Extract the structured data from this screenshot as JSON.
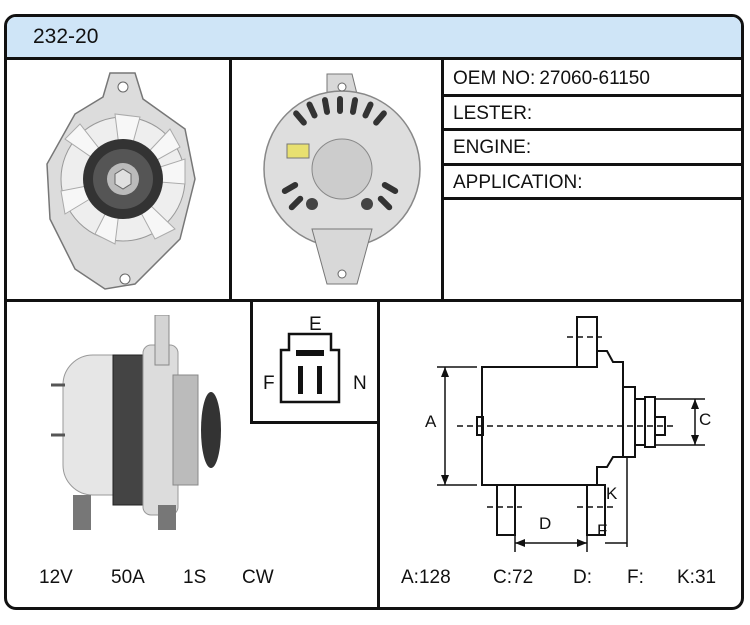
{
  "header": {
    "title": "232-20"
  },
  "specs": {
    "oem_label": "OEM NO:",
    "oem_value": "27060-61150",
    "lester_label": "LESTER:",
    "lester_value": "",
    "engine_label": "ENGINE:",
    "engine_value": "",
    "application_label": "APPLICATION:",
    "application_value": ""
  },
  "plug": {
    "top": "E",
    "left": "F",
    "right": "N"
  },
  "ratings": {
    "voltage": "12V",
    "amperage": "50A",
    "type": "1S",
    "rotation": "CW"
  },
  "dimensions": {
    "a": "A:128",
    "c": "C:72",
    "d": "D:",
    "f": "F:",
    "k": "K:31",
    "label_a": "A",
    "label_c": "C",
    "label_d": "D",
    "label_f": "F",
    "label_k": "K"
  },
  "colors": {
    "header_bg": "#cfe5f7",
    "border": "#111111"
  },
  "icons": [
    "alternator-front-photo",
    "alternator-rear-photo",
    "alternator-side-photo",
    "plug-connector-diagram",
    "dimension-drawing"
  ]
}
